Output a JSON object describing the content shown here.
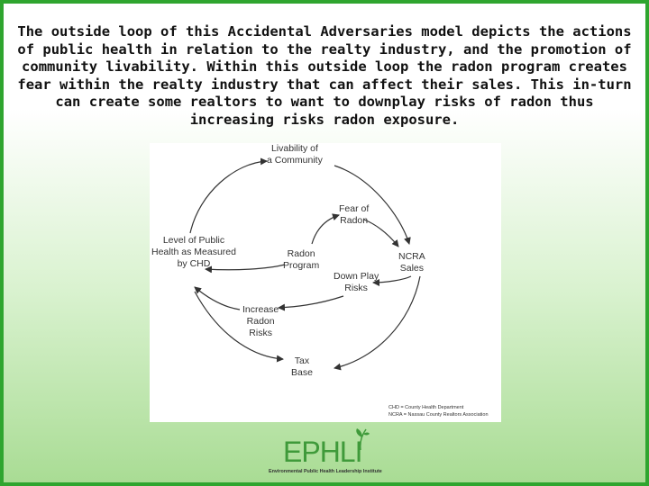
{
  "slide": {
    "title": "The outside loop of this Accidental Adversaries model depicts the actions of public health in relation to the realty industry, and the promotion of community livability. Within this outside loop the radon program creates fear within the realty industry that can affect their sales. This in-turn can create some realtors to want to downplay risks of radon thus increasing risks radon exposure."
  },
  "diagram": {
    "nodes": {
      "livability": [
        "Livability of",
        "a Community"
      ],
      "fear": [
        "Fear of",
        "Radon"
      ],
      "level": [
        "Level of Public",
        "Health as Measured",
        "by CHD"
      ],
      "radon_program": [
        "Radon",
        "Program"
      ],
      "ncra": [
        "NCRA",
        "Sales"
      ],
      "downplay": [
        "Down Play",
        "Risks"
      ],
      "increase": [
        "Increase",
        "Radon",
        "Risks"
      ],
      "tax": [
        "Tax",
        "Base"
      ]
    },
    "legend": [
      "CHD = County Health Department",
      "NCRA = Nassau County Realtors Association"
    ]
  },
  "logo": {
    "text": "EPHLI",
    "subtitle": "Environmental Public Health Leadership Institute",
    "accent": "#3f9a3a"
  },
  "colors": {
    "frame": "#2fa52f",
    "arrow": "#333333"
  }
}
